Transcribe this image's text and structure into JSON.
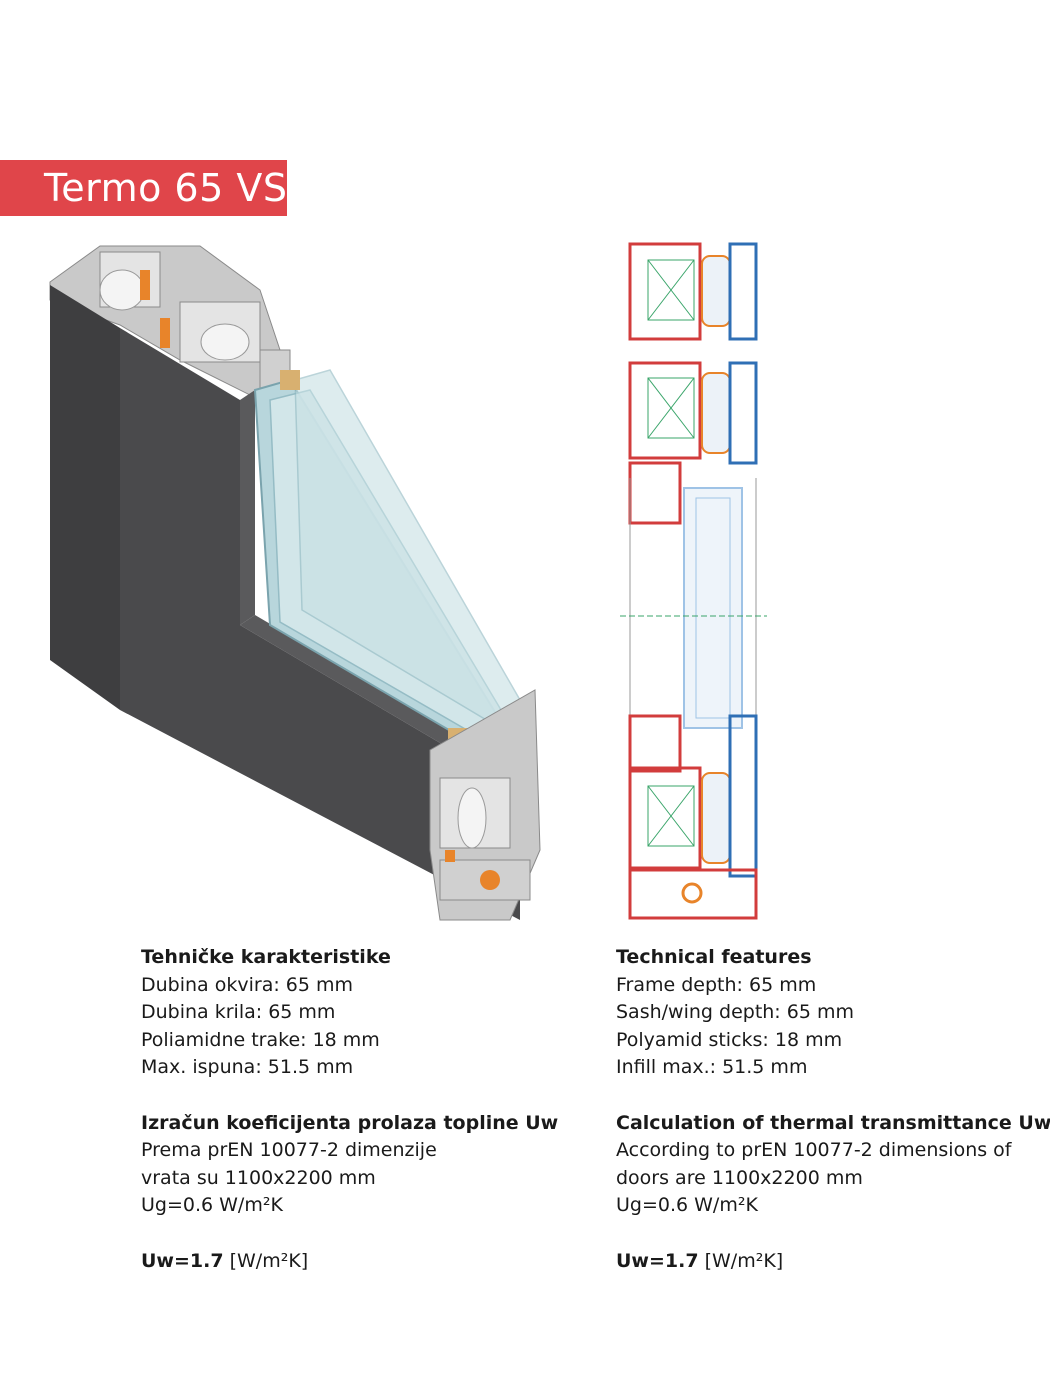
{
  "title": "Termo 65 VS",
  "left": {
    "heading1": "Tehničke karakteristike",
    "lines1": [
      "Dubina okvira: 65 mm",
      "Dubina krila: 65 mm",
      "Poliamidne trake: 18 mm",
      "Max. ispuna: 51.5 mm"
    ],
    "heading2": "Izračun koeficijenta prolaza topline Uw",
    "lines2": [
      "Prema prEN 10077-2 dimenzije",
      "vrata su 1100x2200 mm",
      "Ug=0.6 W/m²K"
    ],
    "uw_value": "Uw=1.7",
    "uw_unit": "[W/m²K]"
  },
  "right": {
    "heading1": "Technical features",
    "lines1": [
      "Frame depth: 65 mm",
      "Sash/wing depth: 65 mm",
      "Polyamid sticks: 18 mm",
      "Infill max.: 51.5 mm"
    ],
    "heading2": "Calculation of thermal transmittance Uw",
    "lines2": [
      "According to prEN 10077-2 dimensions of",
      "doors are 1100x2200 mm",
      "Ug=0.6 W/m²K"
    ],
    "uw_value": "Uw=1.7",
    "uw_unit": "[W/m²K]"
  },
  "colors": {
    "accent": "#e0454a",
    "frame": "#4a4a4c",
    "aluminium": "#bdbdbd",
    "thermal_break": "#e8842a",
    "section_red": "#d23c3c",
    "section_blue": "#2f6fb5"
  }
}
